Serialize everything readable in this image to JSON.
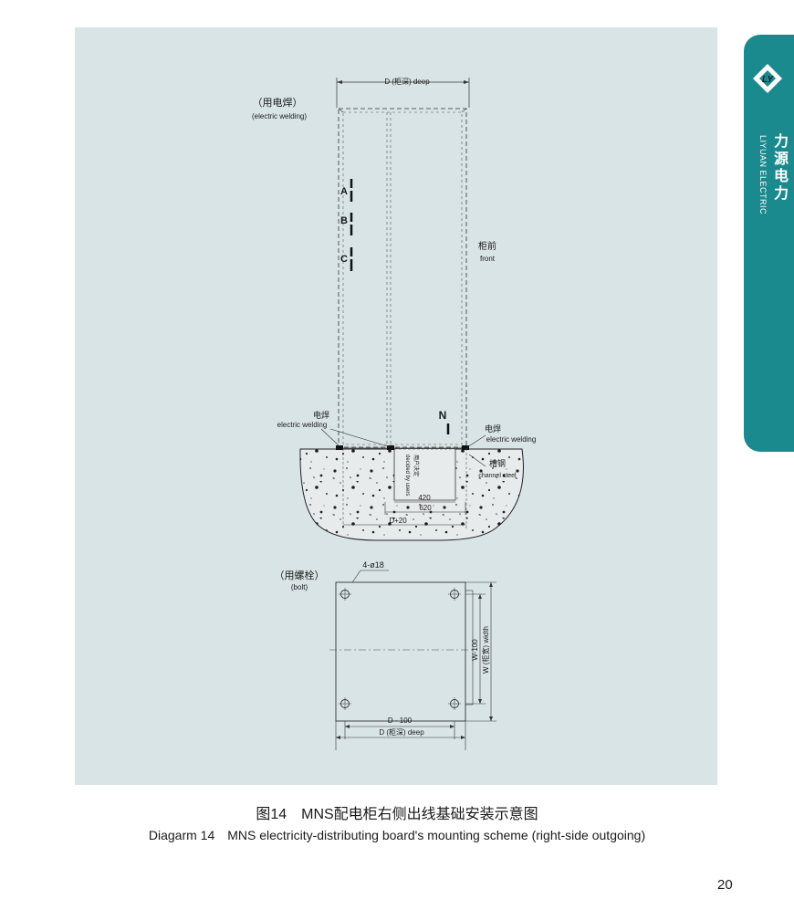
{
  "top_view": {
    "depth_label": "D (柜深) deep",
    "welding_cn": "（用电焊）",
    "welding_en": "(electric welding)",
    "phase_a": "A",
    "phase_b": "B",
    "phase_c": "C",
    "neutral": "N",
    "front_cn": "柜前",
    "front_en": "front",
    "left_weld_cn": "电焊",
    "left_weld_en": "electric welding",
    "right_weld_cn": "电焊",
    "right_weld_en": "electric welding",
    "channel_cn": "槽钢",
    "channel_en": "channel steel",
    "users_cn": "用户决定",
    "users_en": "decided by users",
    "dim_420": "420",
    "dim_620": "620",
    "dim_d20": "D+20"
  },
  "bottom_view": {
    "bolt_cn": "（用螺栓）",
    "bolt_en": "(bolt)",
    "holes": "4-ø18",
    "d100": "D - 100",
    "d_deep": "D (柜深) deep",
    "w100": "W-100",
    "w_width": "W (柜宽) width"
  },
  "brand": {
    "logo_text": "LY",
    "name_en": "LIYUAN ELECTRIC",
    "name_cn": "力源电力"
  },
  "caption": {
    "cn": "图14　MNS配电柜右侧出线基础安装示意图",
    "en": "Diagarm 14　MNS electricity-distributing board's mounting scheme (right-side outgoing)"
  },
  "page_number": "20",
  "colors": {
    "panel": "#d9e4e6",
    "tab": "#1b8a8f",
    "concrete": "#e8ebec"
  }
}
